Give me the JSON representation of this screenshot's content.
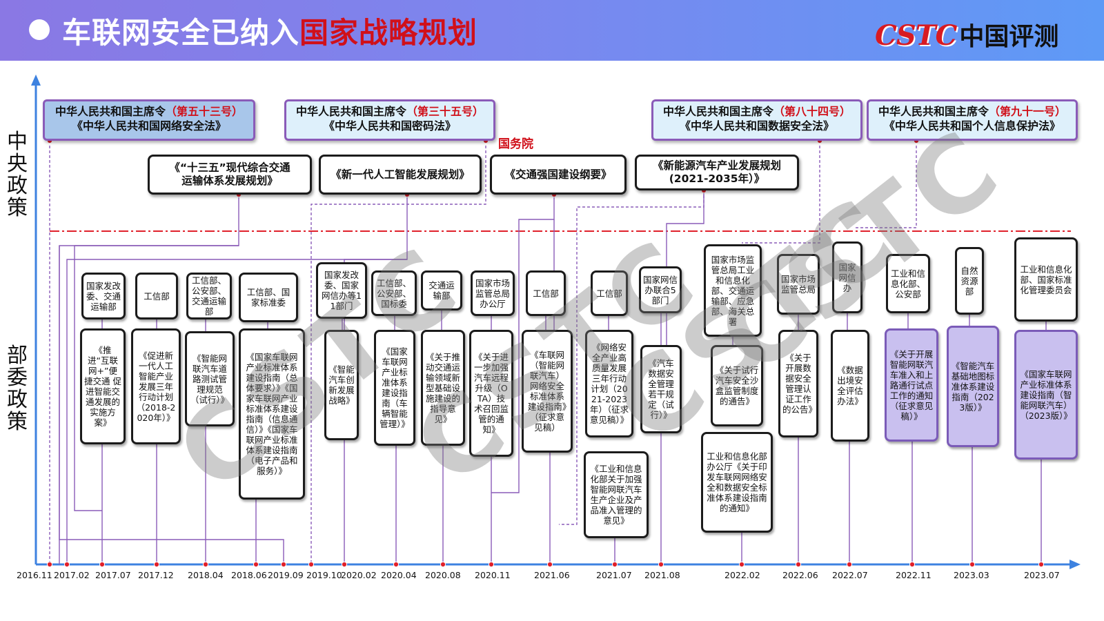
{
  "header": {
    "title_main": "车联网安全已纳入",
    "title_highlight": "国家战略规划",
    "logo_latin": "CSTC",
    "logo_cn": "中国评测"
  },
  "axis": {
    "central_label": "中央政策",
    "ministry_label": "部委政策"
  },
  "central_laws": [
    {
      "line1": "中华人民共和国主席令",
      "number": "（第五十三号）",
      "line2": "《中华人民共和国网络安全法》"
    },
    {
      "line1": "中华人民共和国主席令",
      "number": "（第三十五号）",
      "line2": "《中华人民共和国密码法》"
    },
    {
      "line1": "中华人民共和国主席令",
      "number": "（第八十四号）",
      "line2": "《中华人民共和国数据安全法》"
    },
    {
      "line1": "中华人民共和国主席令",
      "number": "（第九十一号）",
      "line2": "《中华人民共和国个人信息保护法》"
    }
  ],
  "state_council_label": "国务院",
  "central_plans": [
    "《“十三五”现代综合交通\n运输体系发展规划》",
    "《新一代人工智能发展规划》",
    "《交通强国建设纲要》",
    "《新能源汽车产业发展规划\n(2021-2035年）》"
  ],
  "departments": [
    "国家发改委、交通运输部",
    "工信部",
    "工信部、公安部、交通运输部",
    "工信部、国家标准委",
    "国家发改委、国家网信办等11部门",
    "工信部、公安部、国标委",
    "交通运输部",
    "国家市场监管总局办公厅",
    "工信部",
    "工信部",
    "国家网信办联合5部门",
    "国家市场监管总局工业和信息化部、交通运输部、应急部、海关总署",
    "国家市场监管总局",
    "国家网信办",
    "工业和信息化部、公安部",
    "自然资源部",
    "工业和信息化部、国家标准化管理委员会"
  ],
  "policies": [
    "《推进“互联网+”便捷交通 促进智能交通发展的实施方案》",
    "《促进新一代人工智能产业发展三年行动计划（2018-2020年）》",
    "《智能网联汽车道路测试管理规范（试行）》",
    "《国家车联网产业标准体系建设指南（总体要求）》《国家车联网产业标准体系建设指南（信息通信）》《国家车联网产业标准体系建设指南（电子产品和服务）》",
    "《智能汽车创新发展战略》",
    "《国家车联网产业标准体系建设指南（车辆智能管理）》",
    "《关于推动交通运输领域新型基础设施建设的指导意见》",
    "《关于进一步加强汽车远程升级（OTA）技术召回监管的通知》",
    "《车联网（智能网联汽车）网络安全标准体系建设指南》（征求意见稿）",
    "《网络安全产业高质量发展三年行动计划（2021-2023年）（征求意见稿）》",
    "《工业和信息化部关于加强智能网联汽车生产企业及产品准入管理的意见》",
    "《汽车数据安全管理若干规定（试行）》",
    "《关于试行汽车安全沙盒监管制度的通告》",
    "工业和信息化部办公厅《关于印发车联网网络安全和数据安全标准体系建设指南的通知》",
    "《关于开展数据安全管理认证工作的公告》",
    "《数据出境安全评估办法》",
    "《关于开展智能网联汽车准入和上路通行试点工作的通知（征求意见稿）》",
    "《智能汽车基础地图标准体系建设指南（2023版）》",
    "《国家车联网产业标准体系建设指南（智能网联汽车）（2023版）》"
  ],
  "timeline_dates": [
    "2016.11",
    "2017.02",
    "2017.07",
    "2017.12",
    "2018.04",
    "2018.06",
    "2019.09",
    "2019.10",
    "2020.02",
    "2020.04",
    "2020.08",
    "2020.11",
    "2021.06",
    "2021.07",
    "2021.08",
    "2022.02",
    "2022.06",
    "2022.07",
    "2022.11",
    "2023.03",
    "2023.07"
  ],
  "watermark": "CSTC",
  "colors": {
    "highlight_red": "#d0101a",
    "connector_purple": "#8a5bb8",
    "law_fill": "#def0fb",
    "purple_fill": "#c9c0ef",
    "axis_blue": "#3d82e0"
  }
}
